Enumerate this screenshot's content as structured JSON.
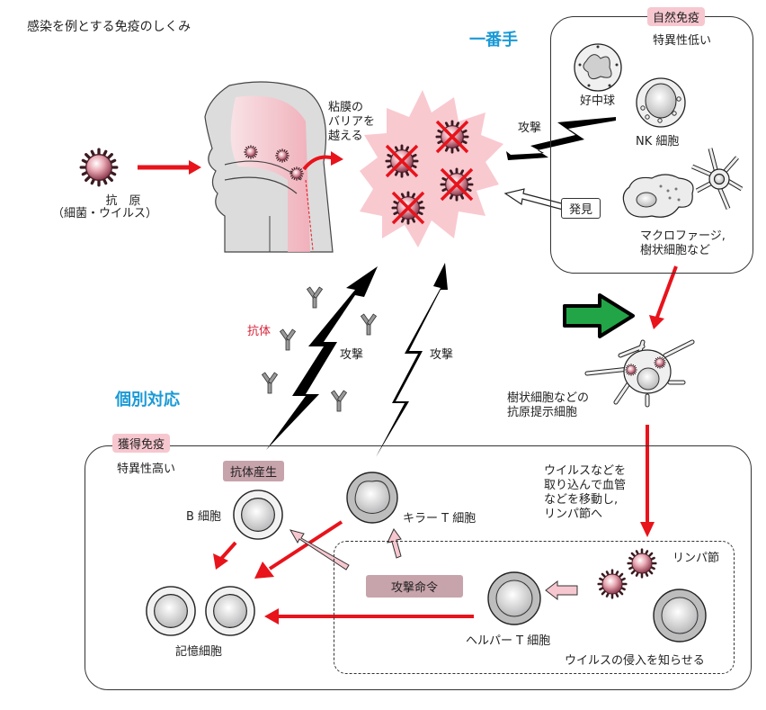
{
  "title": "感染を例とする免疫のしくみ",
  "antigen": {
    "label_line1": "抗　原",
    "label_line2": "（細菌・ウイルス）"
  },
  "mucosa_label": [
    "粘膜の",
    "バリアを",
    "越える"
  ],
  "first_responder_heading": "一番手",
  "innate_immunity": {
    "tag": "自然免疫",
    "subtitle": "特異性低い",
    "cells": {
      "neutrophil": "好中球",
      "nk_cell": "NK 細胞",
      "macrophage_dendritic": [
        "マクロファージ,",
        "樹状細胞など"
      ]
    },
    "attack_label": "攻撃",
    "discover_label": "発見"
  },
  "antigen_presenting_cell": [
    "樹状細胞などの",
    "抗原提示細胞"
  ],
  "migration_note": [
    "ウイルスなどを",
    "取り込んで血管",
    "などを移動し,",
    "リンパ節へ"
  ],
  "individual_response_heading": "個別対応",
  "antibody_label": "抗体",
  "attack_labels": [
    "攻撃",
    "攻撃"
  ],
  "acquired_immunity": {
    "tag": "獲得免疫",
    "subtitle": "特異性高い",
    "antibody_production_tag": "抗体産生",
    "attack_order_tag": "攻撃命令",
    "cells": {
      "b_cell": "B 細胞",
      "killer_t_cell": "キラー T 細胞",
      "helper_t_cell": "ヘルパー T 細胞",
      "memory_cells": "記憶細胞"
    },
    "lymph_node_label": "リンパ節",
    "notify_label": "ウイルスの侵入を知らせる"
  },
  "colors": {
    "accent_blue": "#1a9ad6",
    "arrow_red": "#e8131b",
    "pink_tag": "#f7c7cf",
    "mauve_tag": "#c7a3ab",
    "green_arrow": "#22a547",
    "burst_pink": "#f9c9d0"
  }
}
